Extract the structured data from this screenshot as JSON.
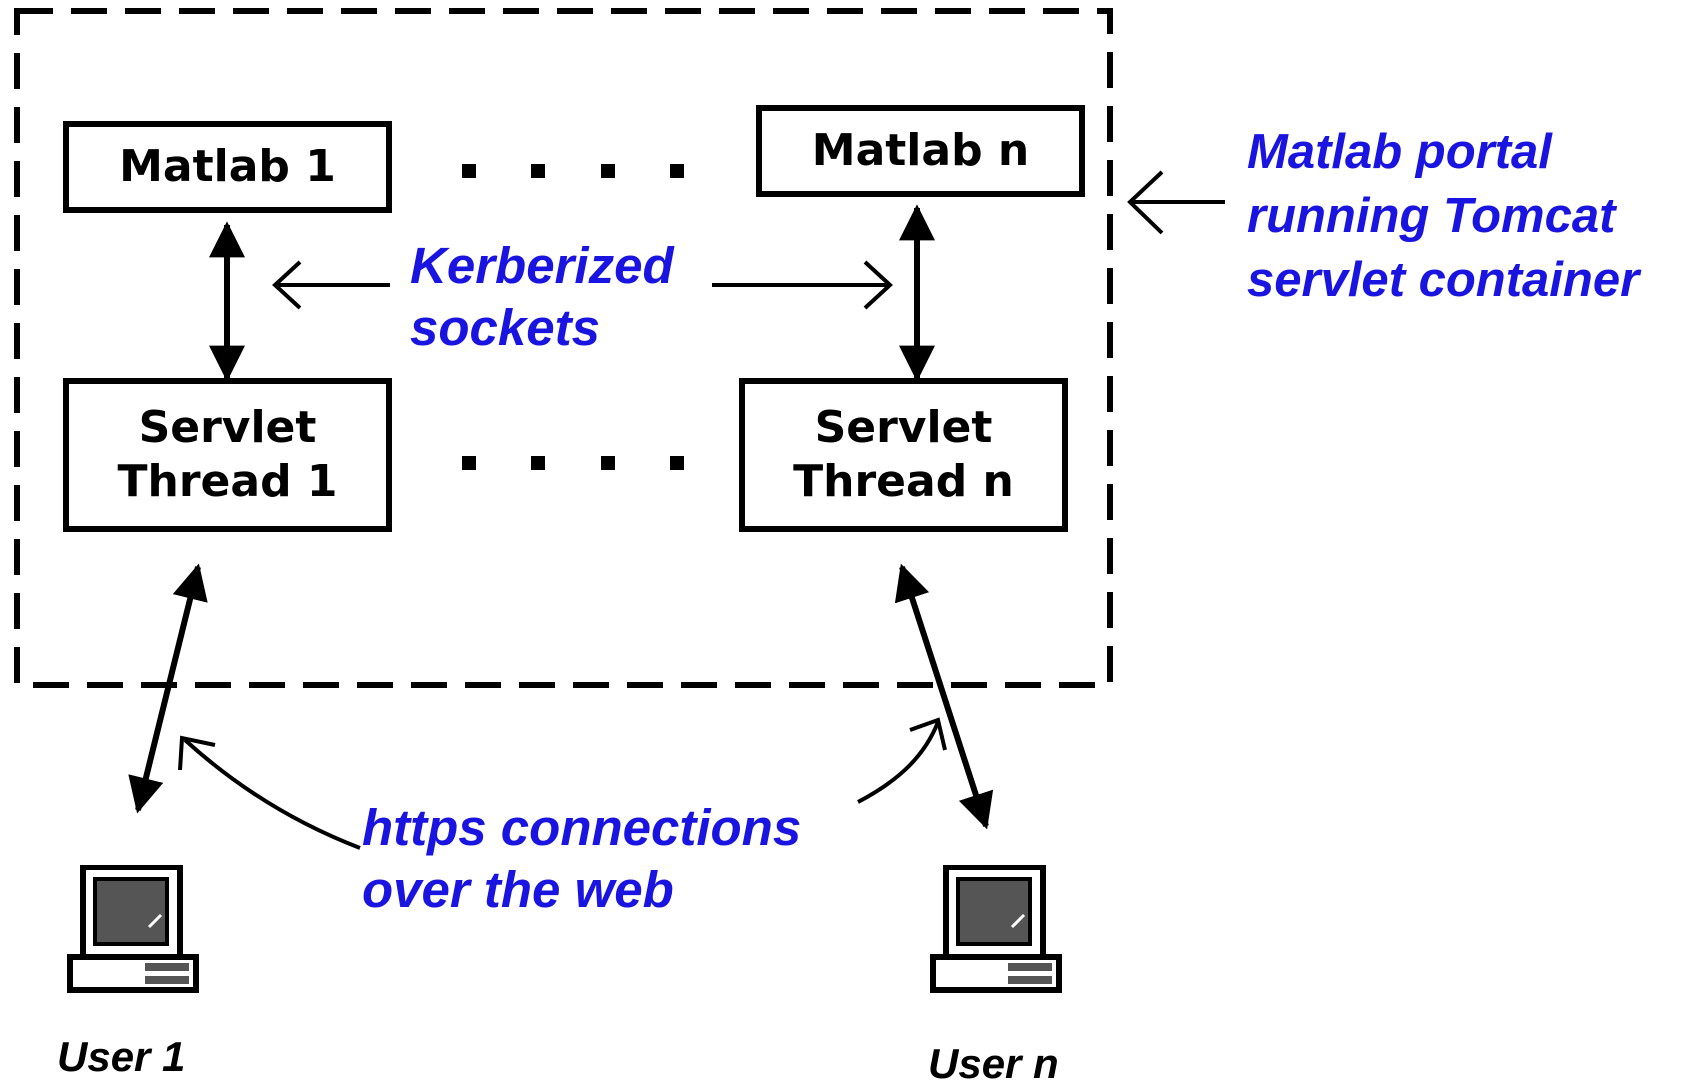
{
  "nodes": {
    "matlab_1": "Matlab 1",
    "matlab_n": "Matlab n",
    "servlet_1": [
      "Servlet",
      "Thread 1"
    ],
    "servlet_n": [
      "Servlet",
      "Thread n"
    ]
  },
  "labels": {
    "kerberized": [
      "Kerberized",
      "sockets"
    ],
    "portal": [
      "Matlab portal",
      "running Tomcat",
      "servlet container"
    ],
    "https": [
      "https connections",
      "over the web"
    ]
  },
  "users": {
    "user_1": "User 1",
    "user_n": "User n"
  },
  "icons": {
    "user_1": "desktop-computer-icon",
    "user_n": "desktop-computer-icon"
  },
  "colors": {
    "label": "#1a14e0",
    "line": "#000000",
    "background": "#ffffff"
  }
}
